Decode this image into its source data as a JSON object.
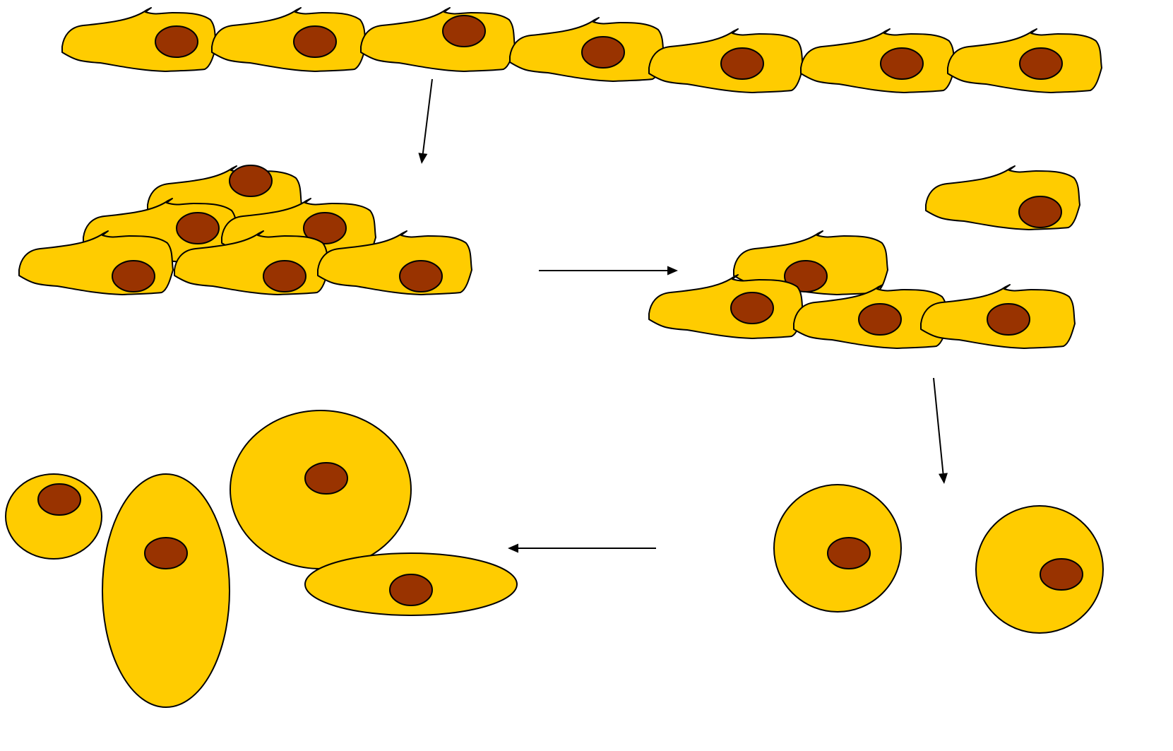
{
  "colors": {
    "cytoplasm": "#FFCC00",
    "nucleus": "#993300",
    "outline": "#000000",
    "background": "#FFFFFF"
  },
  "stages": [
    {
      "id": "monolayer",
      "shape": "spindle",
      "cell_count": 7
    },
    {
      "id": "piled-up",
      "shape": "spindle",
      "cell_count": 6
    },
    {
      "id": "partly-detached",
      "shape": "spindle",
      "cell_count": 5
    },
    {
      "id": "rounded",
      "shape": "round",
      "cell_count": 2
    },
    {
      "id": "varied-shapes",
      "shape": "oval",
      "cell_count": 4
    }
  ],
  "arrows": [
    {
      "from": "monolayer",
      "to": "piled-up"
    },
    {
      "from": "piled-up",
      "to": "partly-detached"
    },
    {
      "from": "partly-detached",
      "to": "rounded"
    },
    {
      "from": "rounded",
      "to": "varied-shapes"
    }
  ]
}
